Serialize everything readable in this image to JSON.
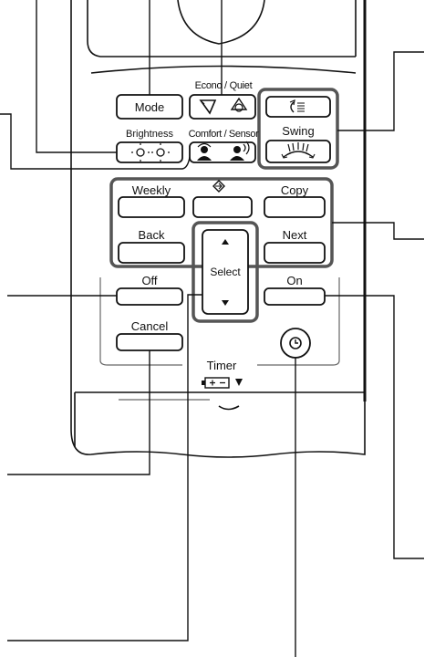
{
  "remote": {
    "top_buttons": {
      "mode": "Mode",
      "econo_quiet": "Econo / Quiet",
      "brightness": "Brightness",
      "comfort_sensor": "Comfort / Sensor"
    },
    "swing": {
      "label": "Swing"
    },
    "schedule": {
      "weekly": "Weekly",
      "copy": "Copy",
      "back": "Back",
      "next": "Next"
    },
    "select": {
      "label": "Select"
    },
    "timer": {
      "off": "Off",
      "on": "On",
      "cancel": "Cancel",
      "label": "Timer"
    }
  },
  "icons": [
    "econo-icon",
    "quiet-icon",
    "brightness-icon",
    "comfort-icon",
    "sensor-icon",
    "swing-vertical-icon",
    "swing-horizontal-icon",
    "program-icon",
    "up-arrow-icon",
    "down-arrow-icon",
    "clock-icon",
    "battery-icon"
  ],
  "colors": {
    "outline": "#111111",
    "frame": "#555555",
    "body_fill": "#ffffff",
    "guide_gray": "#999999"
  }
}
